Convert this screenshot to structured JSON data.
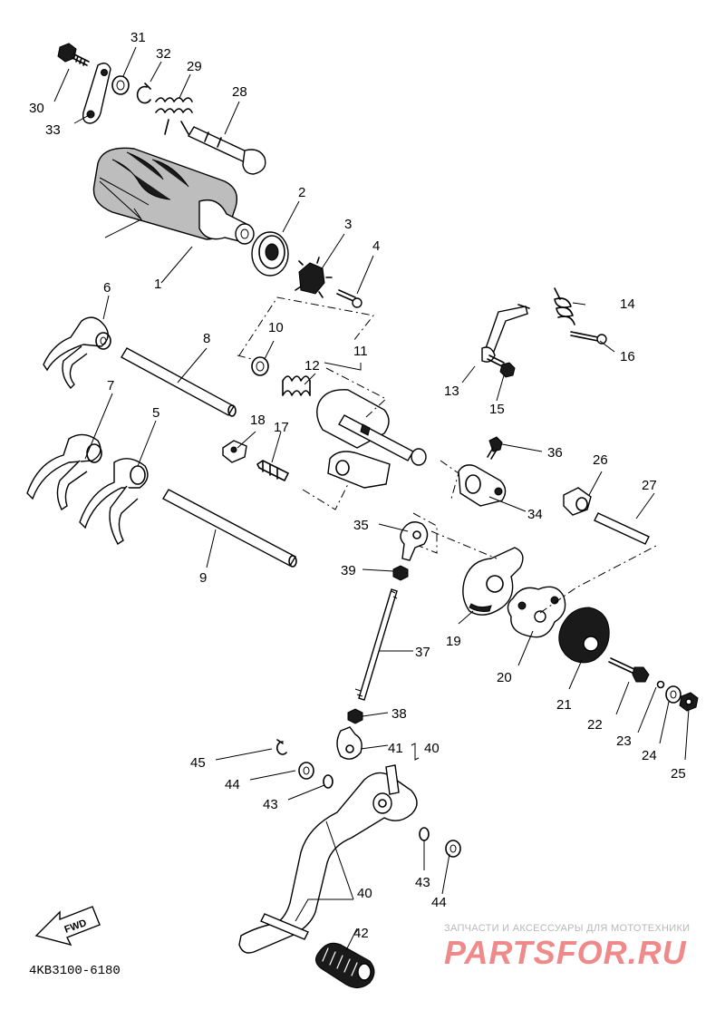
{
  "diagram": {
    "drawing_code": "4KB3100-6180",
    "fwd_label": "FWD",
    "watermark": {
      "tagline": "ЗАПЧАСТИ И АКСЕССУАРЫ ДЛЯ МОТОТЕХНИКИ",
      "brand": "PARTSFOR.RU"
    },
    "parts": [
      {
        "id": "p1",
        "number": "1"
      },
      {
        "id": "p2",
        "number": "2"
      },
      {
        "id": "p3",
        "number": "3"
      },
      {
        "id": "p4",
        "number": "4"
      },
      {
        "id": "p5",
        "number": "5"
      },
      {
        "id": "p6",
        "number": "6"
      },
      {
        "id": "p7",
        "number": "7"
      },
      {
        "id": "p8",
        "number": "8"
      },
      {
        "id": "p9",
        "number": "9"
      },
      {
        "id": "p10",
        "number": "10"
      },
      {
        "id": "p11",
        "number": "11"
      },
      {
        "id": "p12",
        "number": "12"
      },
      {
        "id": "p13",
        "number": "13"
      },
      {
        "id": "p14",
        "number": "14"
      },
      {
        "id": "p15",
        "number": "15"
      },
      {
        "id": "p16",
        "number": "16"
      },
      {
        "id": "p17",
        "number": "17"
      },
      {
        "id": "p18",
        "number": "18"
      },
      {
        "id": "p19",
        "number": "19"
      },
      {
        "id": "p20",
        "number": "20"
      },
      {
        "id": "p21",
        "number": "21"
      },
      {
        "id": "p22",
        "number": "22"
      },
      {
        "id": "p23",
        "number": "23"
      },
      {
        "id": "p24",
        "number": "24"
      },
      {
        "id": "p25",
        "number": "25"
      },
      {
        "id": "p26",
        "number": "26"
      },
      {
        "id": "p27",
        "number": "27"
      },
      {
        "id": "p28",
        "number": "28"
      },
      {
        "id": "p29",
        "number": "29"
      },
      {
        "id": "p30",
        "number": "30"
      },
      {
        "id": "p31",
        "number": "31"
      },
      {
        "id": "p32",
        "number": "32"
      },
      {
        "id": "p33",
        "number": "33"
      },
      {
        "id": "p34",
        "number": "34"
      },
      {
        "id": "p35",
        "number": "35"
      },
      {
        "id": "p36",
        "number": "36"
      },
      {
        "id": "p37",
        "number": "37"
      },
      {
        "id": "p38",
        "number": "38"
      },
      {
        "id": "p39",
        "number": "39"
      },
      {
        "id": "p40a",
        "number": "40"
      },
      {
        "id": "p41",
        "number": "41"
      },
      {
        "id": "p40b",
        "number": "40"
      },
      {
        "id": "p42",
        "number": "42"
      },
      {
        "id": "p43a",
        "number": "43"
      },
      {
        "id": "p43b",
        "number": "43"
      },
      {
        "id": "p44a",
        "number": "44"
      },
      {
        "id": "p44b",
        "number": "44"
      },
      {
        "id": "p45",
        "number": "45"
      }
    ]
  }
}
